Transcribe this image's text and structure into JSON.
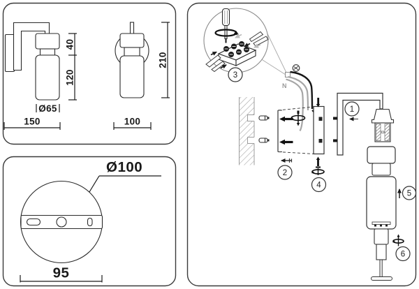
{
  "panels": {
    "side_front": {
      "dim_top": "40",
      "dim_body": "120",
      "dim_diameter": "Ø65",
      "dim_depth": "150",
      "dim_height": "210",
      "dim_width": "100"
    },
    "base": {
      "dim_diameter": "Ø100",
      "dim_span": "95"
    },
    "install": {
      "step_1": "1",
      "step_2": "2",
      "step_3": "3",
      "step_4": "4",
      "step_5": "5",
      "step_6": "6",
      "wire_neutral": "N"
    }
  },
  "colors": {
    "ink": "#2b2b2b",
    "panel_border": "#3a3a3a",
    "hatch_gray": "#9c9c9c",
    "wire_black": "#161616",
    "wire_gray": "#a6a6a6",
    "background": "#ffffff"
  }
}
